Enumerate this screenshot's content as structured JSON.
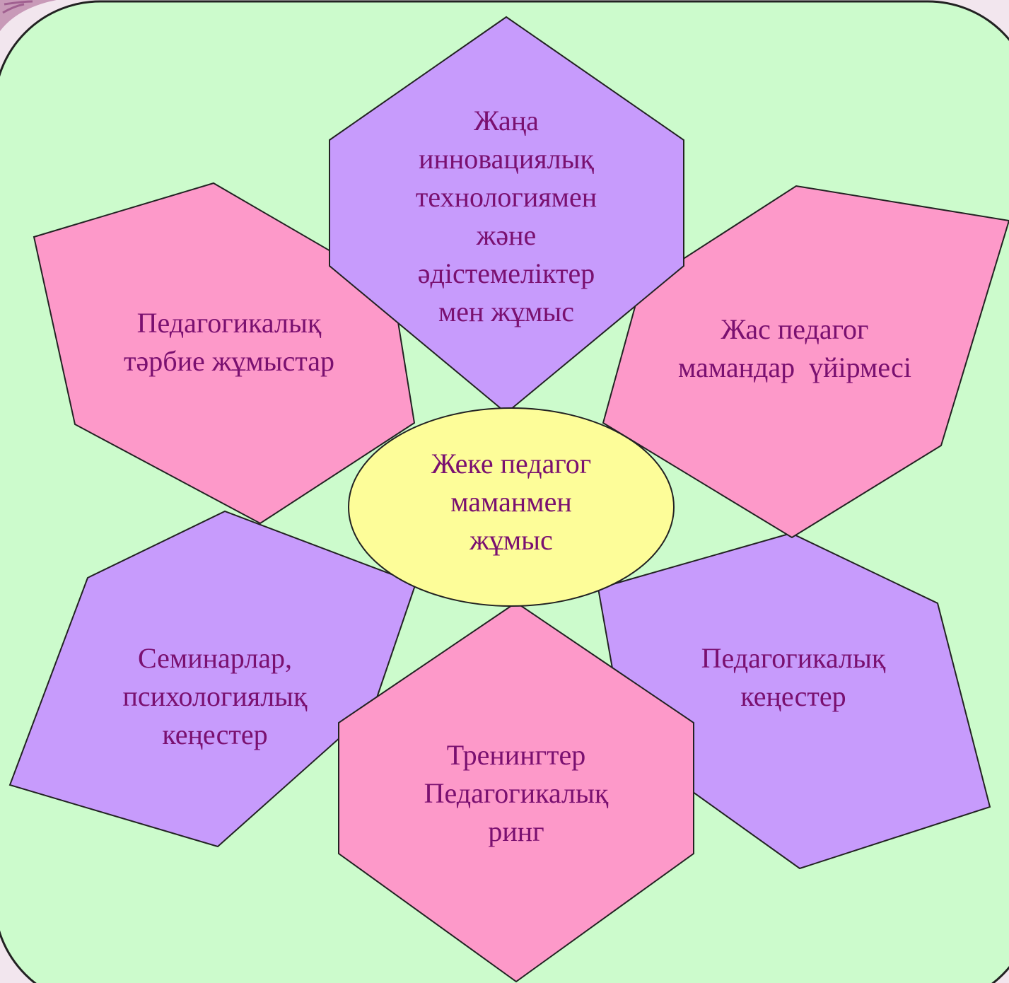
{
  "colors": {
    "background_panel": "#ccfbcc",
    "petal_violet": "#c79bfc",
    "petal_pink": "#fd99c9",
    "center": "#fdfd99",
    "text": "#7a1070",
    "outline": "#222222"
  },
  "center": {
    "lines": [
      "Жеке педагог",
      "маманмен",
      "жұмыс"
    ]
  },
  "petals": [
    {
      "id": "top",
      "color": "violet",
      "lines": [
        "Жаңа",
        "инновациялық",
        "технологиямен",
        "және",
        "әдістемеліктер",
        "мен жұмыс"
      ]
    },
    {
      "id": "upper-left",
      "color": "pink",
      "lines": [
        "Педагогикалық",
        "тәрбие жұмыстар"
      ]
    },
    {
      "id": "upper-right",
      "color": "pink",
      "lines": [
        "Жас педагог",
        "мамандар  үйірмесі"
      ]
    },
    {
      "id": "lower-left",
      "color": "violet",
      "lines": [
        "Семинарлар,",
        "психологиялық",
        "кеңестер"
      ]
    },
    {
      "id": "lower-right",
      "color": "violet",
      "lines": [
        "Педагогикалық",
        "кеңестер"
      ]
    },
    {
      "id": "bottom",
      "color": "pink",
      "lines": [
        "Тренингтер",
        "Педагогикалық",
        "ринг"
      ]
    }
  ]
}
